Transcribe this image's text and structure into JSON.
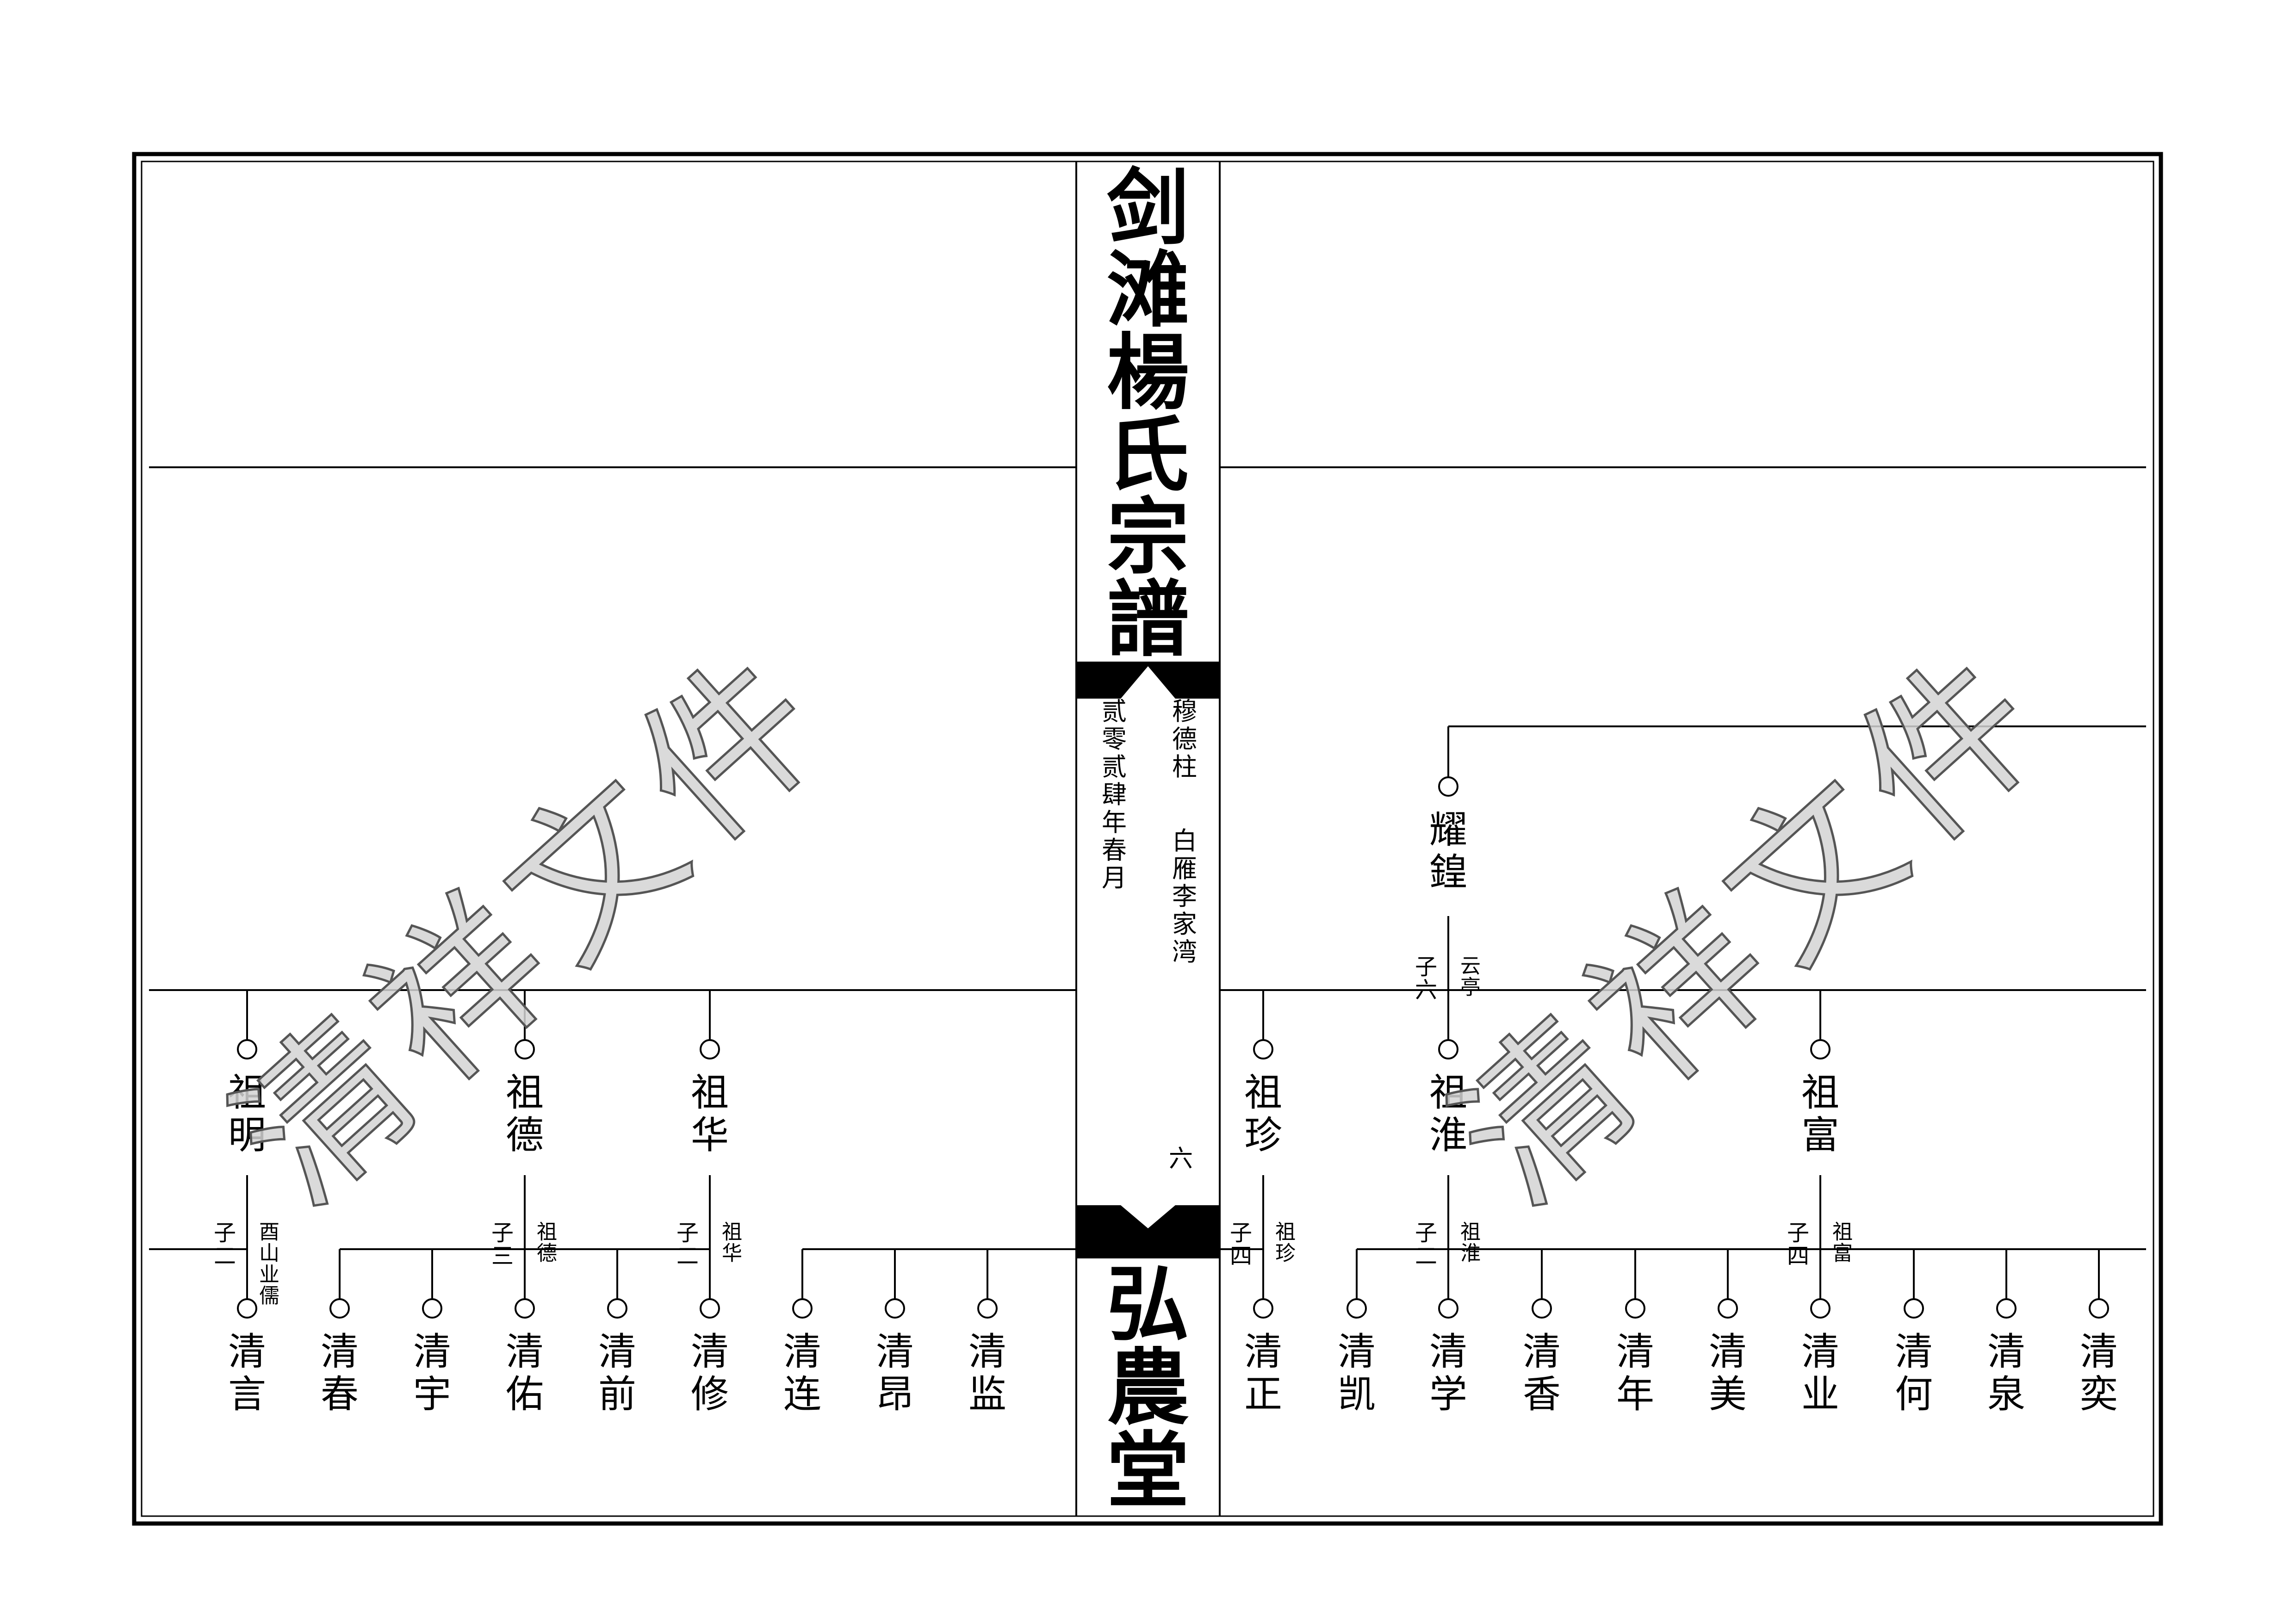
{
  "spine": {
    "title": "剑滩楊氏宗譜",
    "hall": "弘農堂",
    "compiler": "穆德柱",
    "location": "白雁李家湾",
    "date": "贰零贰肆年春月",
    "page_number": "六"
  },
  "watermark": {
    "text": "清祥文件"
  },
  "left_page": {
    "fathers": [
      {
        "name": "祖明",
        "count_label": "子二",
        "note": "酉山业儒",
        "children": [
          "清言",
          "清春",
          "清宇"
        ]
      },
      {
        "name": "祖德",
        "count_label": "子三",
        "note": "祖德",
        "children": [
          "清佑",
          "清前"
        ]
      },
      {
        "name": "祖华",
        "count_label": "子二",
        "note": "祖华",
        "children": [
          "清修",
          "清连",
          "清昂",
          "清监"
        ]
      }
    ]
  },
  "right_page": {
    "ancestor": {
      "name": "耀鍠",
      "count_label": "子六",
      "note": "云亭"
    },
    "fathers": [
      {
        "name": "祖珍",
        "count_label": "子四",
        "note": "祖珍",
        "children": [
          "清正",
          "清凯"
        ]
      },
      {
        "name": "祖淮",
        "count_label": "子二",
        "note": "祖淮",
        "children": [
          "清学",
          "清香",
          "清年",
          "清美"
        ]
      },
      {
        "name": "祖富",
        "count_label": "子四",
        "note": "祖富",
        "children": [
          "清业",
          "清何",
          "清泉",
          "清奕"
        ]
      }
    ]
  },
  "colors": {
    "ink": "#000000",
    "paper": "#ffffff",
    "watermark_fill": "#d4d4d4",
    "watermark_stroke": "#555555"
  }
}
